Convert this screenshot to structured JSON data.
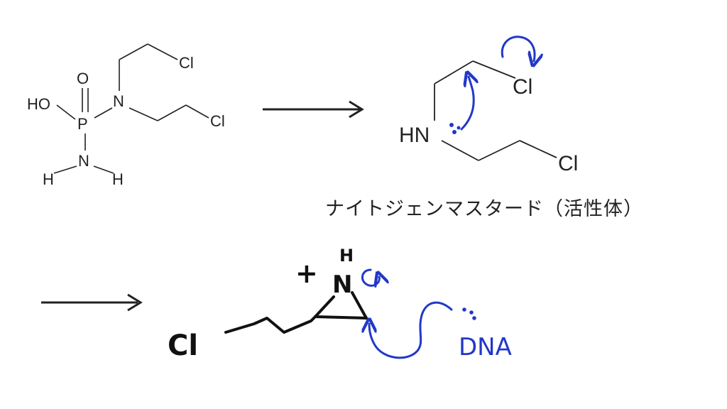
{
  "reactant": {
    "atoms": {
      "oxygen": "O",
      "hydroxyl": "HO",
      "phosphorus": "P",
      "nitrogen": "N",
      "amine_n": "N",
      "amine_h_left": "H",
      "amine_h_right": "H",
      "chlorine_upper": "Cl",
      "chlorine_lower": "Cl"
    }
  },
  "intermediate": {
    "atoms": {
      "amine": "HN",
      "chlorine_upper": "Cl",
      "chlorine_lower": "Cl"
    },
    "caption": "ナイトジェンマスタード（活性体）"
  },
  "aziridinium": {
    "chlorine": "Cl",
    "hydrogen": "H",
    "nitrogen": "N",
    "charge": "+",
    "nucleophile": "DNA"
  },
  "colors": {
    "ink": "#222222",
    "handwriting": "#111111",
    "arrow_blue": "#2138c8"
  }
}
